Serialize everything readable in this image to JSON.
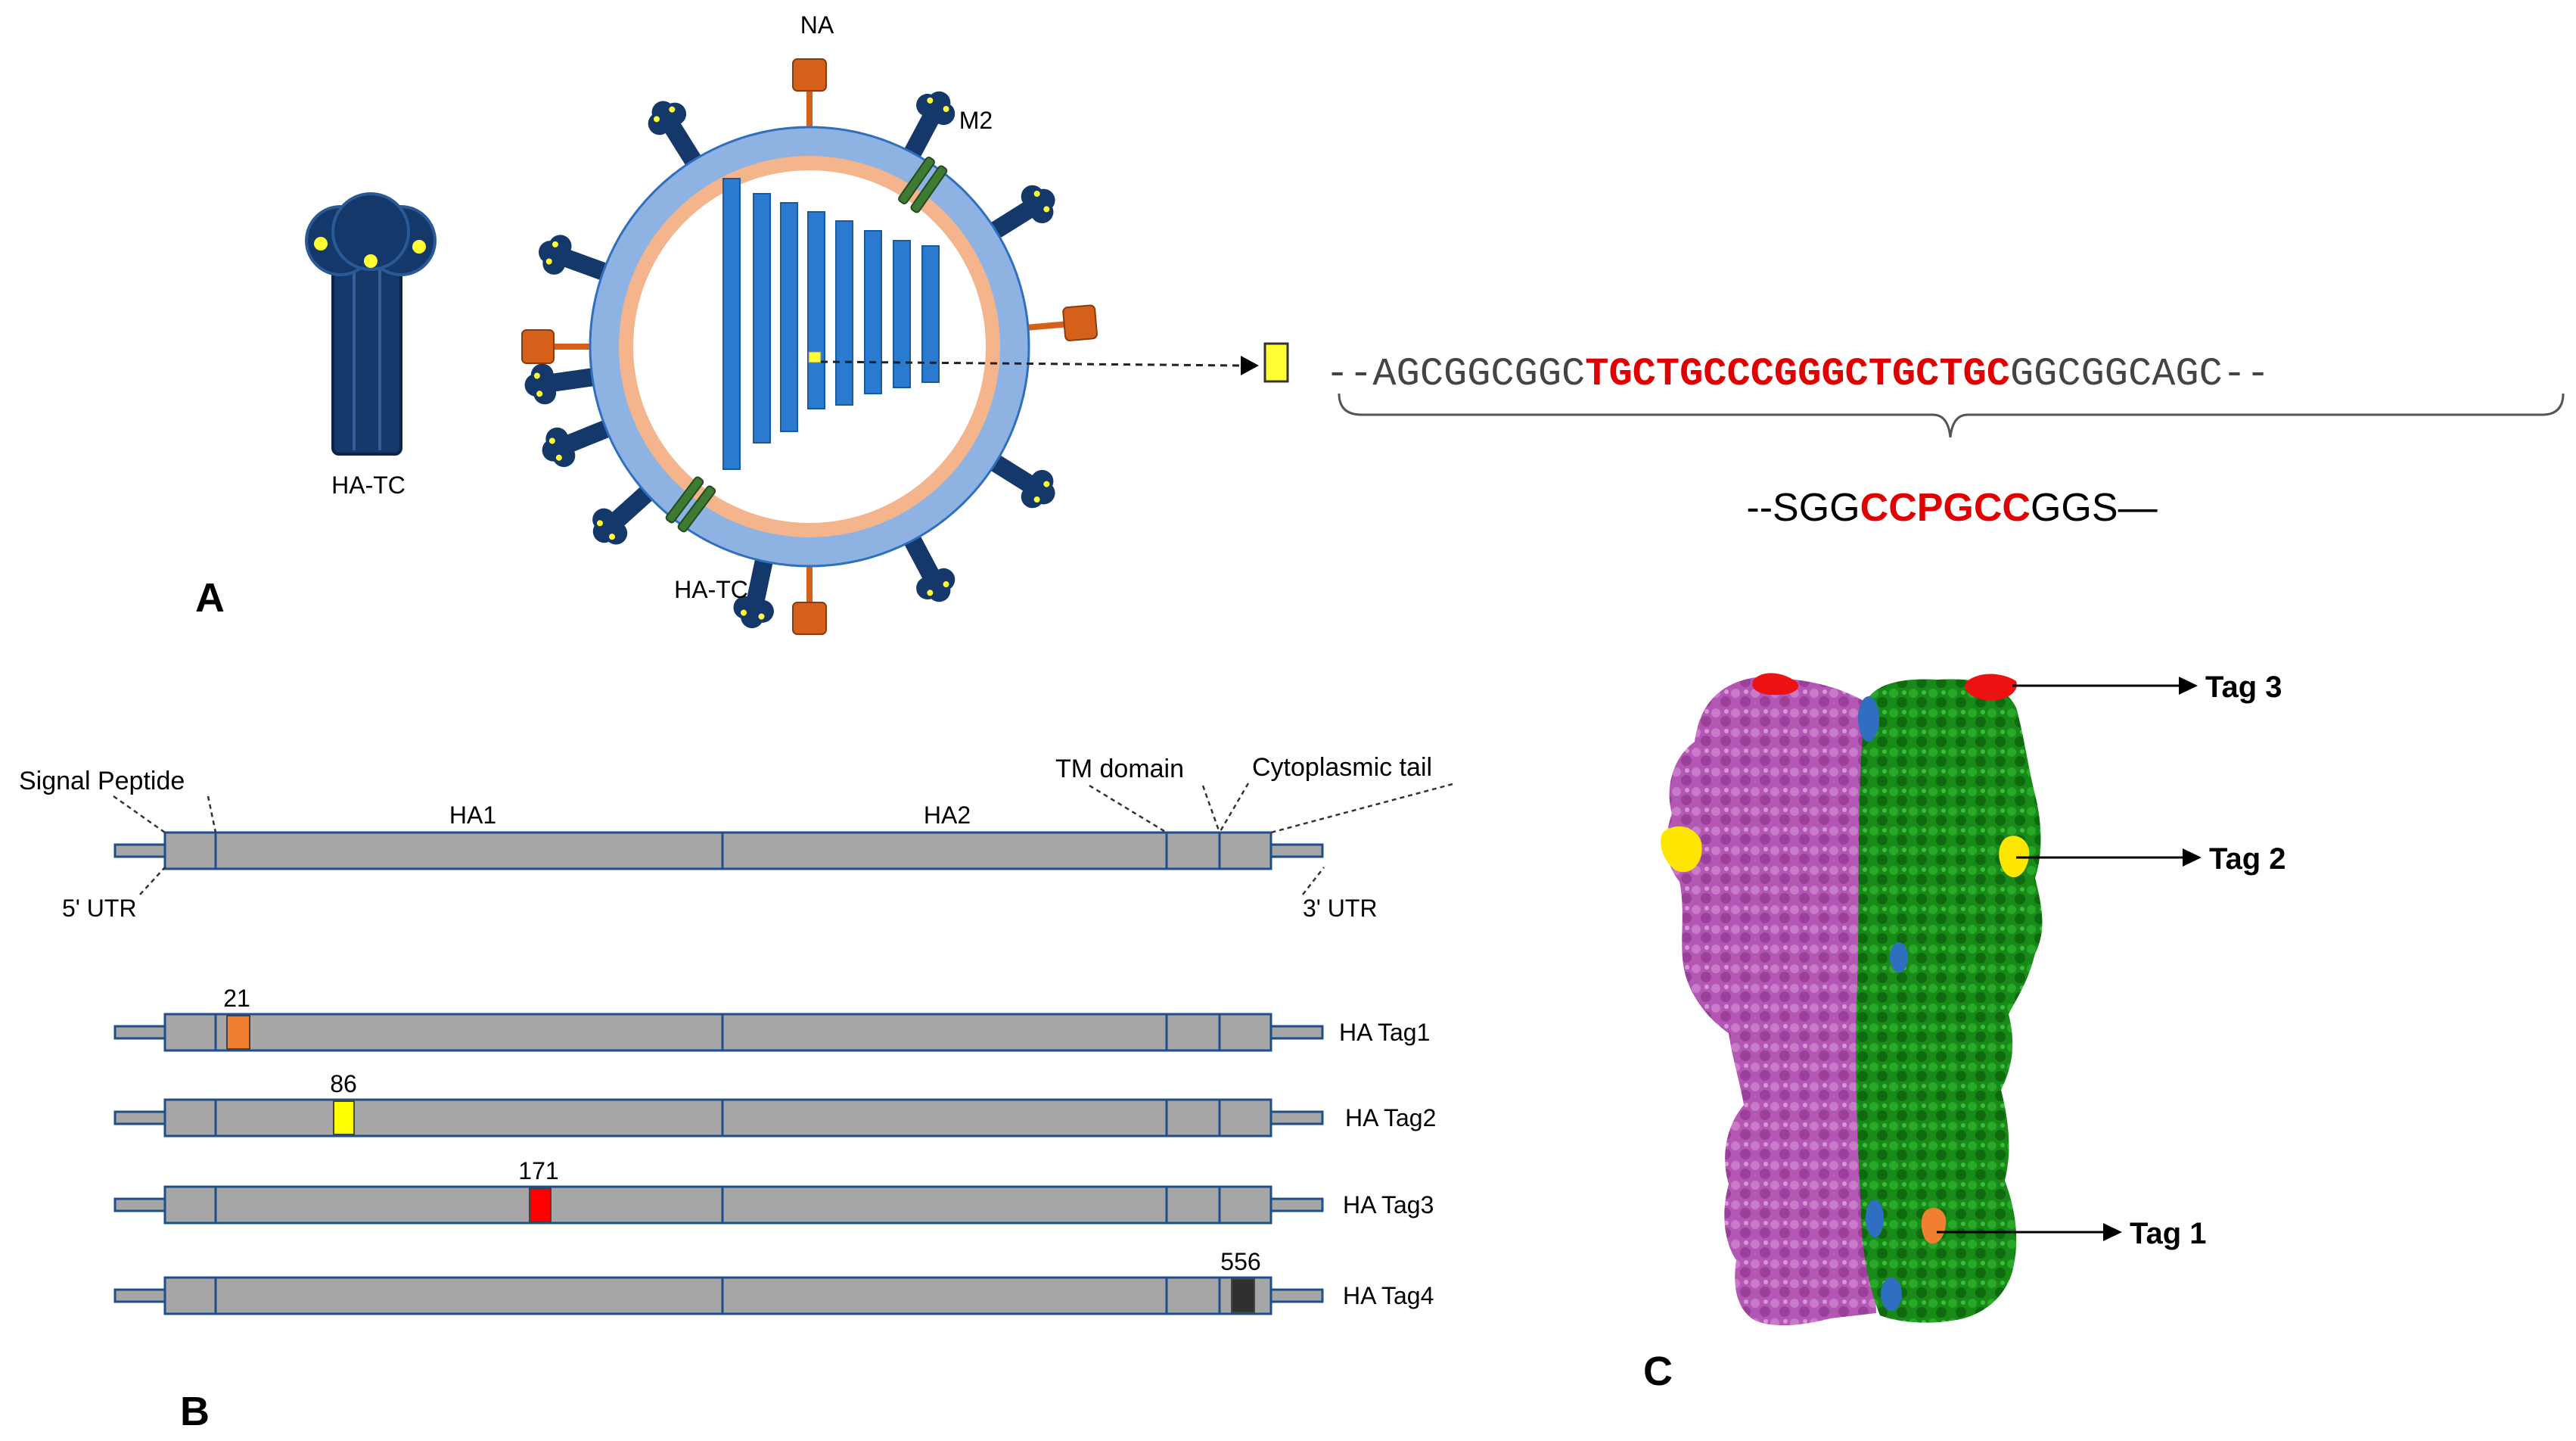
{
  "panel_a": {
    "letter": "A",
    "monomer_label": "HA-TC",
    "virion_labels": {
      "na": "NA",
      "m2": "M2",
      "ha_tc": "HA-TC"
    },
    "dna_prefix": "--AGCGGCGGC",
    "dna_insert": "TGCTGCCCGGGCTGCTGC",
    "dna_suffix": "GGCGGCAGC--",
    "peptide_prefix": "--SGG",
    "peptide_insert": "CCPGCC",
    "peptide_suffix": "GGS—"
  },
  "panel_b": {
    "letter": "B",
    "domain_labels": {
      "signal_peptide": "Signal Peptide",
      "ha1": "HA1",
      "ha2": "HA2",
      "tm_domain": "TM domain",
      "cytoplasmic_tail": "Cytoplasmic tail",
      "utr5": "5' UTR",
      "utr3": "3' UTR"
    },
    "constructs": [
      {
        "name": "HA Tag1",
        "position": "21",
        "color": "#f07f30"
      },
      {
        "name": "HA Tag2",
        "position": "86",
        "color": "#ffff00"
      },
      {
        "name": "HA Tag3",
        "position": "171",
        "color": "#ff0000"
      },
      {
        "name": "HA Tag4",
        "position": "556",
        "color": "#303030"
      }
    ]
  },
  "panel_c": {
    "letter": "C",
    "tags": [
      "Tag 3",
      "Tag 2",
      "Tag 1"
    ],
    "colors": {
      "chain_a": "#b456b4",
      "chain_b": "#178a17",
      "interface": "#2f6fbf"
    }
  },
  "colors": {
    "ha_dark_blue": "#14386a",
    "envelope_blue": "#8eb3e2",
    "membrane_peach": "#f4b48c",
    "segment_blue": "#2a7ad0",
    "na_orange": "#d4601a",
    "m2_green": "#3d7a32",
    "tc_yellow": "#ffff33",
    "gene_grey": "#a6a6a6",
    "gene_border": "#1f4e8c"
  }
}
